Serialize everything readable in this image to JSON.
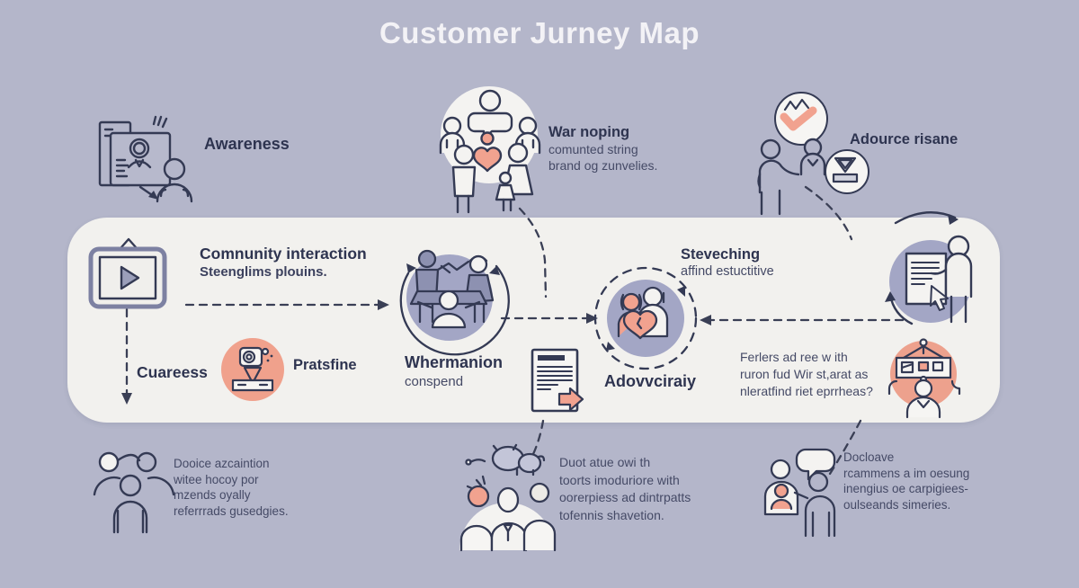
{
  "title": "Customer Jurney Map",
  "colors": {
    "background": "#b4b6ca",
    "band": "#f2f1ee",
    "ink": "#2e3450",
    "body_text": "#454a66",
    "salmon": "#f1a28f",
    "purple_circle": "#a3a6c5",
    "white_circle": "#f4f3f1"
  },
  "stages": {
    "awareness": {
      "label": "Awareness"
    },
    "war_noping": {
      "title": "War noping",
      "lines": [
        "comunted string",
        "brand og zunvelies."
      ]
    },
    "adource": {
      "label": "Adource risane"
    },
    "community": {
      "title": "Comnunity interaction",
      "subtitle": "Steenglims plouins."
    },
    "cuareess": {
      "label": "Cuareess"
    },
    "pratsfine": {
      "label": "Pratsfine"
    },
    "whermanion": {
      "title": "Whermanion",
      "subtitle": "conspend"
    },
    "steveching": {
      "title": "Steveching",
      "subtitle": "affind estuctitive"
    },
    "adovvciraiy": {
      "label": "Adovvciraiy"
    },
    "ferlers_note": {
      "lines": [
        "Ferlers ad ree w ith",
        "ruron fud Wir st,arat as",
        "nleratfind riet eprrheas?"
      ]
    },
    "dooice_note": {
      "lines": [
        "Dooice azcaintion",
        "witee hocoy por",
        "mzends oyally",
        "referrrads gusedgies."
      ]
    },
    "duot_note": {
      "lines": [
        "Duot atue owi th",
        "toorts imoduriore with",
        "oorerpiess ad dintrpatts",
        "tofennis shavetion."
      ]
    },
    "docloave_note": {
      "lines": [
        "Docloave",
        "rcammens a im oesung",
        "inengius oe carpigiees-",
        "oulseands simeries."
      ]
    }
  }
}
